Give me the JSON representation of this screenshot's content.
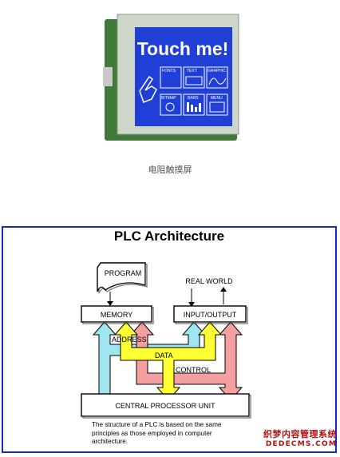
{
  "top_image": {
    "screen_title": "Touch me!",
    "menu_tiles": [
      "FONTS",
      "TEXT",
      "GRAPHIC",
      "BITMAP",
      "BARS",
      "MENU"
    ],
    "caption": "电阻触摸屏",
    "colors": {
      "lcd_blue": "#1f3fd6",
      "pcb_green": "#3f7a3a"
    }
  },
  "plc_figure": {
    "title": "PLC Architecture",
    "labels": {
      "program": "PROGRAM",
      "real_world": "REAL WORLD",
      "memory": "MEMORY",
      "input_output": "INPUT/OUTPUT",
      "address": "ADDRESS",
      "data": "DATA",
      "control": "CONTROL",
      "cpu": "CENTRAL PROCESSOR UNIT"
    },
    "description": "The structure of a PLC is based on the same principles as those employed in computer architecture.",
    "colors": {
      "address_bus": "#9fe6ef",
      "data_bus": "#ffff33",
      "control_bus": "#f5a0a0",
      "frame_border": "#1528c8"
    }
  },
  "watermark": {
    "line1": "织梦内容管理系统",
    "line2": "DEDECMS.COM"
  }
}
